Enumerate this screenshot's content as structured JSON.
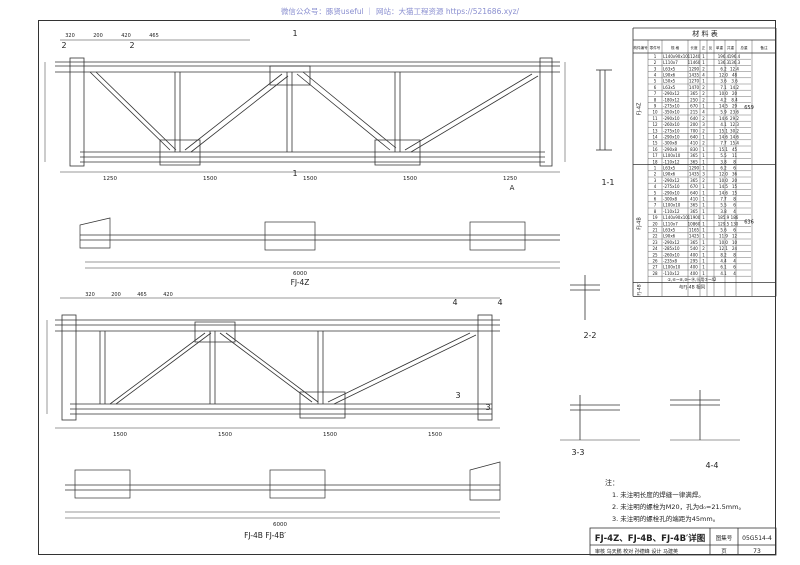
{
  "watermark": "微信公众号：豚贤useful ｜ 网站：大猫工程资源 https://521686.xyz/",
  "drawing_title": "FJ-4Z、FJ-4B、FJ-4B′详图",
  "atlas_label": "图集号",
  "atlas_no": "05G514-4",
  "page_label": "页",
  "page_no": "73",
  "signature_row": "审核 乌天鹏 校对 孙德峰 设计 马建英",
  "elevations": {
    "top": {
      "label": "FJ-4Z",
      "section_marks": [
        "1",
        "1",
        "2",
        "2",
        "A"
      ],
      "top_dims": [
        "320",
        "200",
        "420",
        "465"
      ],
      "bottom_dims": [
        "1250",
        "1500",
        "1500",
        "1500",
        "1250"
      ],
      "bottom_overall": "6000"
    },
    "bottom": {
      "label": "FJ-4B  FJ-4B′",
      "section_marks": [
        "3",
        "3",
        "4",
        "4"
      ],
      "top_dims": [
        "320",
        "200",
        "465",
        "420"
      ],
      "bottom_dims": [
        "1500",
        "1500",
        "1500",
        "1500"
      ],
      "bottom_overall": "6000"
    }
  },
  "sections": [
    {
      "label": "1-1"
    },
    {
      "label": "2-2"
    },
    {
      "label": "3-3"
    },
    {
      "label": "4-4"
    }
  ],
  "material_table": {
    "title": "材 料 表",
    "headers": [
      "构件编号",
      "零件号",
      "规 格",
      "长度(mm)",
      "数量 正",
      "数量 反",
      "重量(kg) 单重",
      "重量(kg) 共重",
      "重量(kg) 总重",
      "备注"
    ],
    "group_fj4z": {
      "name": "FJ-4Z",
      "total": "659",
      "rows": [
        [
          "1",
          "L140x90x10",
          "11240",
          "1",
          "",
          "196.4",
          "196.4"
        ],
        [
          "2",
          "L110x7",
          "11460",
          "1",
          "",
          "136.3",
          "136.3"
        ],
        [
          "3",
          "L63x5",
          "1290",
          "2",
          "",
          "6.2",
          "12.4"
        ],
        [
          "4",
          "L90x6",
          "1435",
          "4",
          "",
          "12.0",
          "48"
        ],
        [
          "5",
          "L50x5",
          "1270",
          "1",
          "",
          "3.6",
          "3.6"
        ],
        [
          "6",
          "L63x5",
          "1470",
          "2",
          "",
          "7.1",
          "14.2"
        ],
        [
          "7",
          "-290x12",
          "365",
          "2",
          "",
          "10.0",
          "20"
        ],
        [
          "8",
          "-180x12",
          "250",
          "2",
          "",
          "4.2",
          "8.4"
        ],
        [
          "9",
          "-275x10",
          "670",
          "1",
          "",
          "14.5",
          "29"
        ],
        [
          "10",
          "-350x10",
          "215",
          "4",
          "",
          "5.9",
          "23.6"
        ],
        [
          "11",
          "-290x10",
          "640",
          "2",
          "",
          "14.6",
          "29.2"
        ],
        [
          "12",
          "-260x10",
          "200",
          "3",
          "",
          "4.1",
          "12.3"
        ],
        [
          "13",
          "-275x10",
          "700",
          "2",
          "",
          "15.1",
          "30.2"
        ],
        [
          "14",
          "-290x10",
          "640",
          "1",
          "",
          "14.6",
          "14.6"
        ],
        [
          "15",
          "-300x8",
          "410",
          "2",
          "",
          "7.7",
          "15.4"
        ],
        [
          "16",
          "-290x8",
          "830",
          "1",
          "",
          "15.1",
          "45"
        ],
        [
          "17",
          "L100x10",
          "365",
          "1",
          "",
          "5.5",
          "11"
        ],
        [
          "18",
          "-110x12",
          "365",
          "1",
          "",
          "3.8",
          "8"
        ]
      ]
    },
    "group_fj4b": {
      "name": "FJ-4B",
      "total": "636",
      "rows": [
        [
          "1",
          "L63x5",
          "1290",
          "1",
          "",
          "6.2",
          "6"
        ],
        [
          "2",
          "L90x6",
          "1435",
          "3",
          "",
          "12.0",
          "36"
        ],
        [
          "3",
          "-290x12",
          "365",
          "2",
          "",
          "10.0",
          "20"
        ],
        [
          "4",
          "-275x10",
          "670",
          "1",
          "",
          "14.5",
          "15"
        ],
        [
          "5",
          "-290x10",
          "640",
          "1",
          "",
          "14.6",
          "15"
        ],
        [
          "6",
          "-300x8",
          "410",
          "1",
          "",
          "7.7",
          "8"
        ],
        [
          "7",
          "L100x10",
          "365",
          "1",
          "",
          "5.5",
          "6"
        ],
        [
          "8",
          "-110x12",
          "365",
          "1",
          "",
          "3.8",
          "4"
        ],
        [
          "19",
          "L140x90x10",
          "11900",
          "1",
          "",
          "185.9",
          "186"
        ],
        [
          "20",
          "L110x7",
          "10860",
          "1",
          "",
          "129.5",
          "130"
        ],
        [
          "21",
          "L63x5",
          "1165",
          "1",
          "",
          "5.6",
          "6"
        ],
        [
          "22",
          "L90x6",
          "1425",
          "1",
          "",
          "11.9",
          "12"
        ],
        [
          "23",
          "-290x12",
          "365",
          "1",
          "",
          "10.0",
          "10"
        ],
        [
          "24",
          "-285x10",
          "540",
          "2",
          "",
          "12.1",
          "24"
        ],
        [
          "25",
          "-260x10",
          "400",
          "1",
          "",
          "8.2",
          "8"
        ],
        [
          "26",
          "-235x8",
          "295",
          "1",
          "",
          "4.4",
          "4"
        ],
        [
          "27",
          "L100x10",
          "400",
          "1",
          "",
          "6.1",
          "6"
        ],
        [
          "28",
          "-110x12",
          "400",
          "1",
          "",
          "4.1",
          "4"
        ]
      ],
      "footnote": "①,⑥~⑧,⑩~⑭,⑯用⑦~42"
    },
    "group_fj4bp": {
      "name": "FJ-4B′",
      "note": "与FJ-4B 相同"
    }
  },
  "notes": {
    "heading": "注：",
    "items": [
      "1. 未注明长度的焊缝一律满焊。",
      "2. 未注明的螺栓为M20，孔为d₀=21.5mm。",
      "3. 未注明的螺栓孔的端距为45mm。"
    ]
  }
}
